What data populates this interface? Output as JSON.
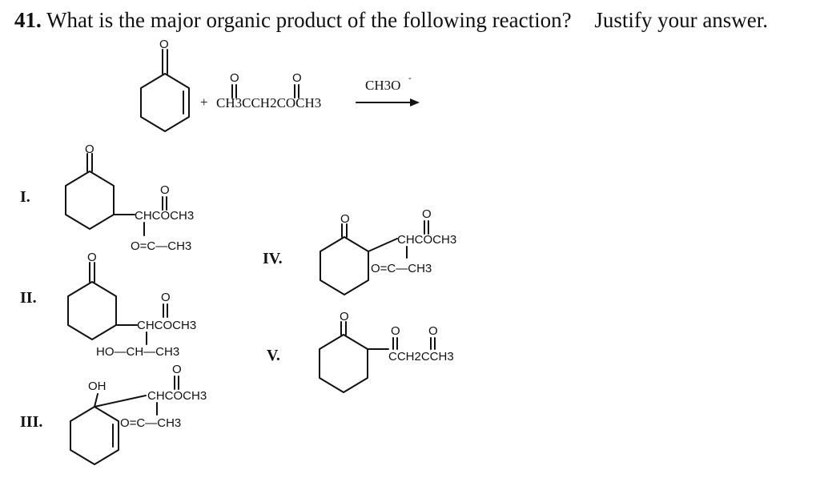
{
  "question": {
    "number": "41.",
    "text": "What is the major organic product of the following reaction?",
    "instruction": "Justify your answer."
  },
  "reaction": {
    "plus": "+",
    "reagent_formula": "CH3CCH2COCH3",
    "catalyst": "CH3O",
    "catalyst_charge": "-"
  },
  "atoms": {
    "oxygen": "O"
  },
  "choices": [
    {
      "label": "I.",
      "top_group": "CHCOCH3",
      "bottom_group": "O=C—CH3"
    },
    {
      "label": "II.",
      "top_group": "CHCOCH3",
      "bottom_group": "HO—CH—CH3"
    },
    {
      "label": "III.",
      "hydroxyl": "OH",
      "top_group": "CHCOCH3",
      "bottom_group": "O=C—CH3"
    },
    {
      "label": "IV.",
      "top_group": "CHCOCH3",
      "bottom_group": "O=C—CH3"
    },
    {
      "label": "V.",
      "chain": "CCH2CCH3"
    }
  ]
}
